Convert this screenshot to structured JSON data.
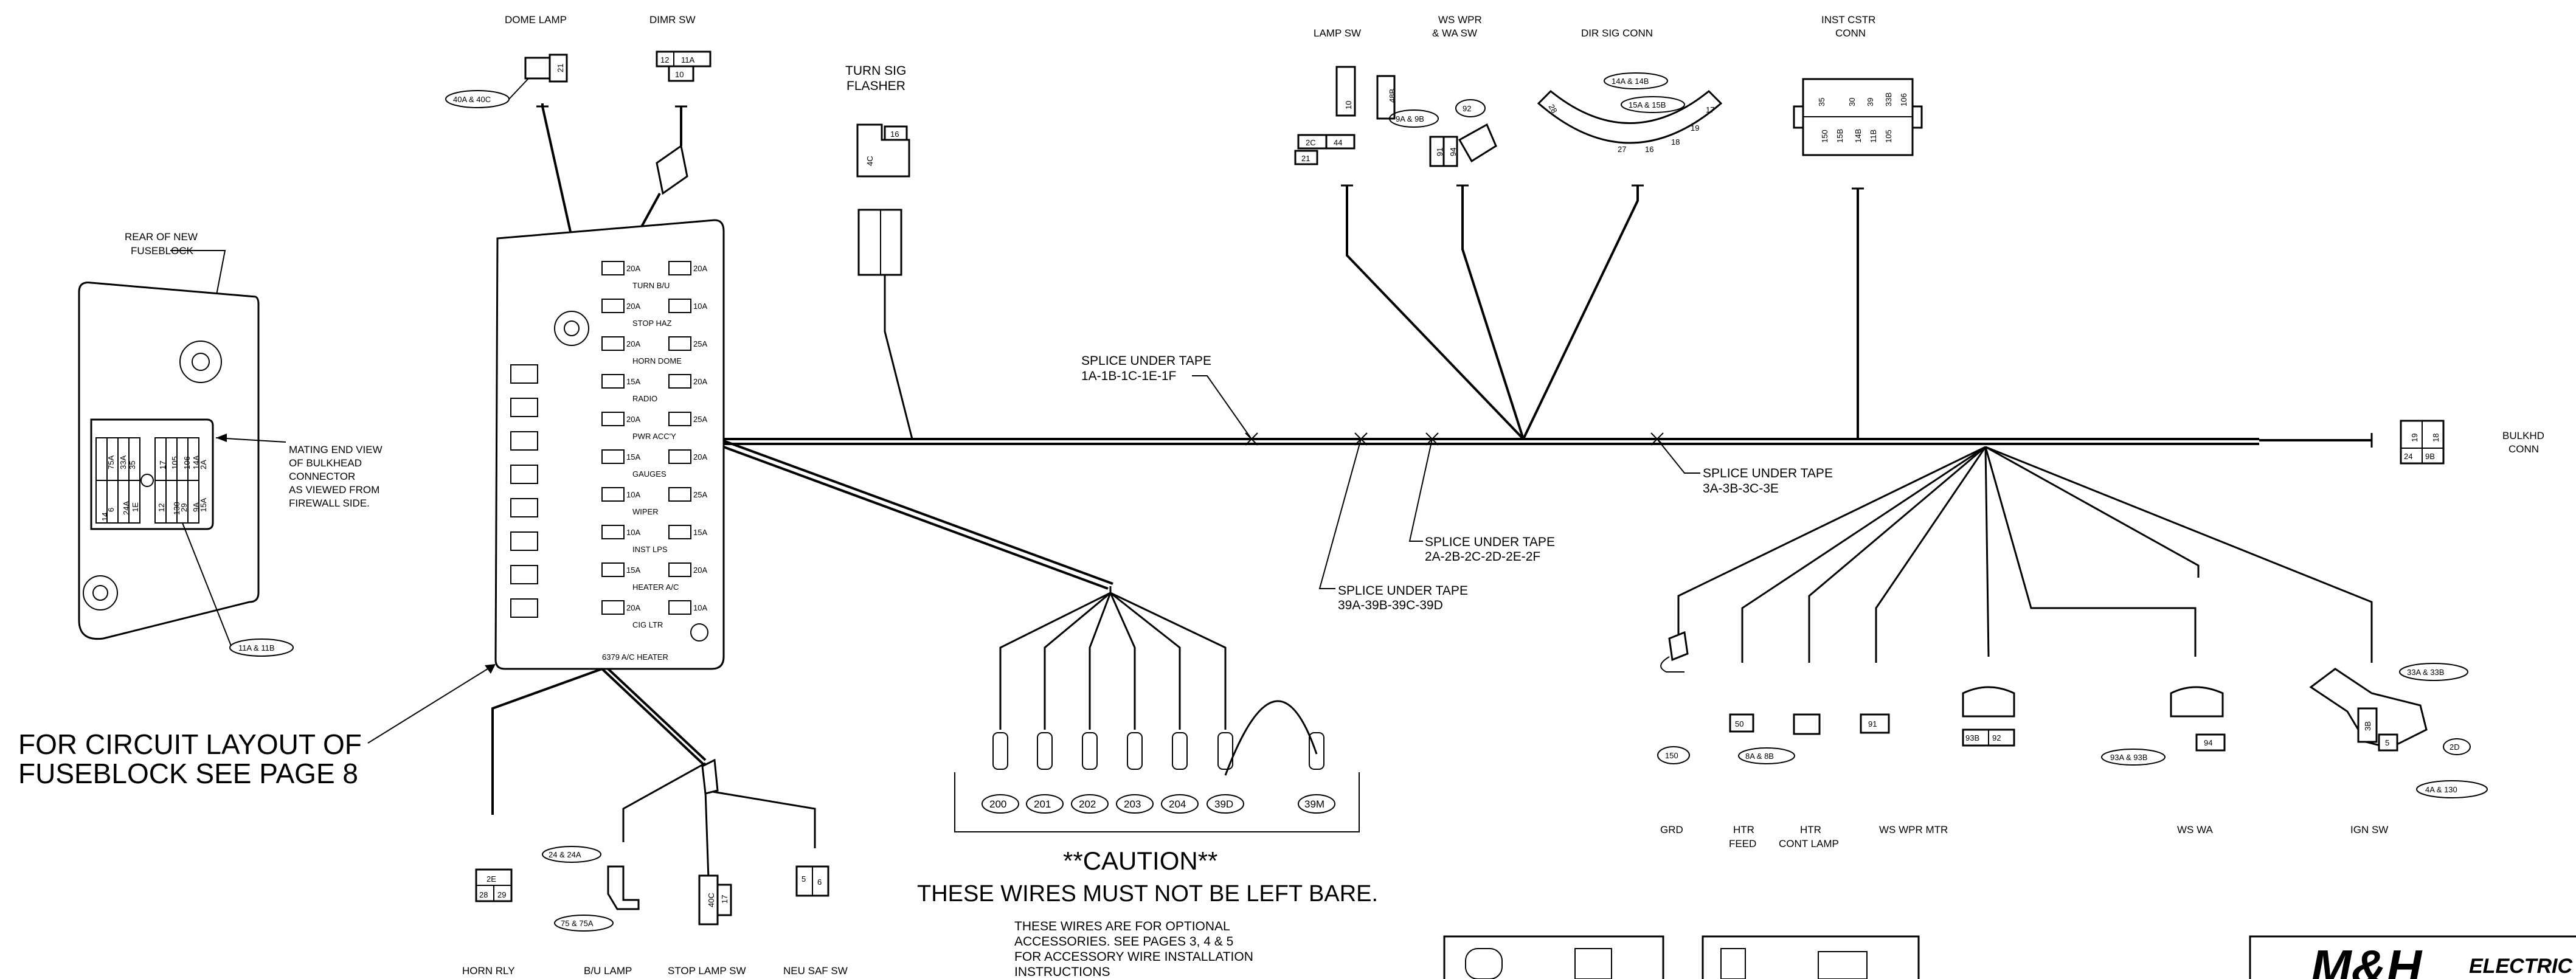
{
  "labels": {
    "dome_lamp": "DOME LAMP",
    "dimr_sw": "DIMR SW",
    "turn_sig_flasher_1": "TURN SIG",
    "turn_sig_flasher_2": "FLASHER",
    "lamp_sw": "LAMP SW",
    "ws_wpr_1": "WS WPR",
    "ws_wpr_2": "& WA SW",
    "dir_sig_conn": "DIR SIG CONN",
    "inst_cstr_1": "INST CSTR",
    "inst_cstr_2": "CONN",
    "bulkhd_1": "BULKHD",
    "bulkhd_2": "CONN",
    "rear_fuseblock_1": "REAR OF NEW",
    "rear_fuseblock_2": "FUSEBLOCK",
    "mating_1": "MATING END VIEW",
    "mating_2": "OF BULKHEAD",
    "mating_3": "CONNECTOR",
    "mating_4": "AS VIEWED FROM",
    "mating_5": "FIREWALL SIDE.",
    "circuit_layout_1": "FOR CIRCUIT LAYOUT OF",
    "circuit_layout_2": "FUSEBLOCK SEE PAGE 8",
    "splice_1_1": "SPLICE UNDER TAPE",
    "splice_1_2": "1A-1B-1C-1E-1F",
    "splice_2_1": "SPLICE UNDER TAPE",
    "splice_2_2": "2A-2B-2C-2D-2E-2F",
    "splice_39_1": "SPLICE UNDER TAPE",
    "splice_39_2": "39A-39B-39C-39D",
    "splice_3_1": "SPLICE UNDER TAPE",
    "splice_3_2": "3A-3B-3C-3E",
    "caution_title": "**CAUTION**",
    "caution_sub": "THESE WIRES MUST NOT BE LEFT BARE.",
    "optional_1": "THESE WIRES ARE FOR OPTIONAL",
    "optional_2": "ACCESSORIES. SEE PAGES 3, 4 & 5",
    "optional_3": "FOR ACCESSORY WIRE INSTALLATION",
    "optional_4": "INSTRUCTIONS",
    "horn_rly": "HORN RLY",
    "bu_lamp": "B/U LAMP",
    "stop_lamp_sw": "STOP LAMP SW",
    "neu_saf_sw": "NEU SAF SW",
    "grd": "GRD",
    "htr_feed_1": "HTR",
    "htr_feed_2": "FEED",
    "htr_cont_1": "HTR",
    "htr_cont_2": "CONT LAMP",
    "ws_wpr_mtr": "WS WPR MTR",
    "ws_wa": "WS WA",
    "ign_sw": "IGN SW",
    "brand_mark": "M&H",
    "brand_word": "ELECTRIC"
  },
  "circuits": {
    "dome_40": "40A & 40C",
    "dome_21": "21",
    "dimr_12": "12",
    "dimr_11a": "11A",
    "dimr_10": "10",
    "flasher_16": "16",
    "flasher_4c": "4C",
    "lamp_10": "10",
    "lamp_48b": "48B",
    "lamp_9a": "9A & 9B",
    "lamp_2c": "2C",
    "lamp_44": "44",
    "lamp_21": "21",
    "wpr_92": "92",
    "wpr_91": "91",
    "wpr_94": "94",
    "dir_14": "14A & 14B",
    "dir_15": "15A & 15B",
    "dir_28": "28",
    "dir_27": "27",
    "dir_16": "16",
    "dir_18": "18",
    "dir_19": "19",
    "dir_17": "17",
    "inst_35": "35",
    "inst_30": "30",
    "inst_39": "39",
    "inst_33b": "33B",
    "inst_106": "106",
    "inst_150": "150",
    "inst_15b": "15B",
    "inst_14b": "14B",
    "inst_11b": "11B",
    "inst_105": "105",
    "bulk_19": "19",
    "bulk_18": "18",
    "bulk_24": "24",
    "bulk_9b": "9B",
    "mat_14": "14",
    "mat_75a": "75A",
    "mat_33a": "33A",
    "mat_6": "6",
    "mat_24a": "24A",
    "mat_35": "35",
    "mat_1e": "1E",
    "mat_17": "17",
    "mat_105": "105",
    "mat_12": "12",
    "mat_130": "130",
    "mat_29": "29",
    "mat_106": "106",
    "mat_9a": "9A",
    "mat_14a": "14A",
    "mat_15a": "15A",
    "mat_2a": "2A",
    "mat_11": "11A & 11B",
    "acc_200": "200",
    "acc_201": "201",
    "acc_202": "202",
    "acc_203": "203",
    "acc_204": "204",
    "acc_39d": "39D",
    "acc_39m": "39M",
    "horn_2e": "2E",
    "horn_28": "28",
    "horn_29": "29",
    "bu_24": "24 & 24A",
    "bu_75": "75 & 75A",
    "stop_40c": "40C",
    "stop_17": "17",
    "neu_5": "5",
    "neu_6": "6",
    "grd_150": "150",
    "feed_50": "50",
    "cont_8": "8A & 8B",
    "mtr_91": "91",
    "mtr_93b": "93B",
    "mtr_92": "92",
    "wa_93": "93A & 93B",
    "wa_94": "94",
    "ign_33": "33A & 33B",
    "ign_3b": "3B",
    "ign_5": "5",
    "ign_2d": "2D",
    "ign_4a": "4A & 130"
  },
  "fuseblock": {
    "fuses": [
      "20A",
      "20A",
      "20A",
      "10A",
      "20A",
      "25A",
      "15A",
      "20A",
      "20A",
      "25A",
      "15A",
      "20A",
      "10A",
      "25A",
      "10A",
      "15A",
      "15A",
      "20A",
      "20A",
      "10A"
    ],
    "captions": [
      "TURN B/U",
      "STOP HAZ",
      "HORN DOME",
      "RADIO",
      "PWR ACC'Y",
      "GAUGES",
      "WIPER",
      "INST LPS",
      "HEATER A/C",
      "CIG LTR"
    ],
    "side_label": "6379 A/C HEATER"
  }
}
